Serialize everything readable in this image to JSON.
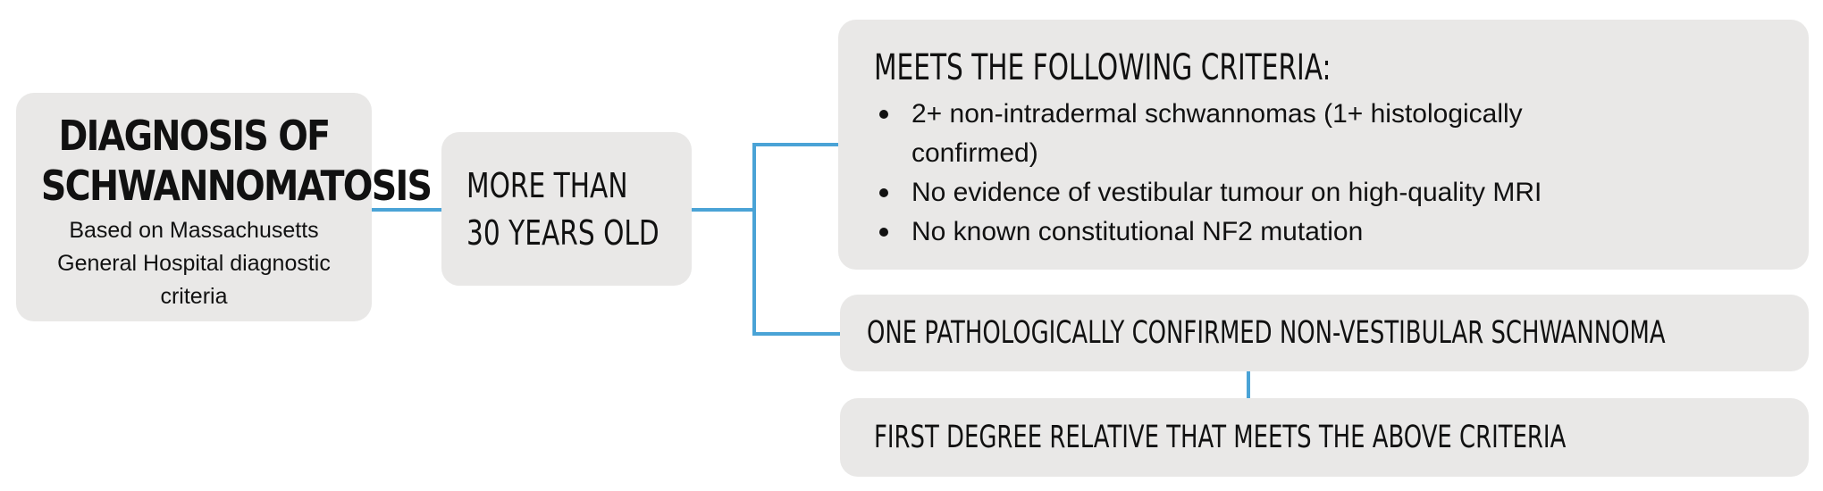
{
  "diagnosis": {
    "title_line1": "DIAGNOSIS OF",
    "title_line2": "SCHWANNOMATOSIS",
    "subtitle": "Based on Massachusetts General Hospital diagnostic criteria"
  },
  "age": {
    "line1": "MORE THAN",
    "line2": "30 YEARS OLD"
  },
  "criteria": {
    "heading": "MEETS THE FOLLOWING CRITERIA:",
    "items": [
      "2+ non-intradermal schwannomas (1+ histologically confirmed)",
      "No evidence of vestibular tumour on high-quality MRI",
      "No known constitutional NF2 mutation"
    ]
  },
  "alternative": {
    "label": "ONE PATHOLOGICALLY CONFIRMED NON-VESTIBULAR SCHWANNOMA"
  },
  "relative": {
    "label": "FIRST DEGREE RELATIVE THAT MEETS THE ABOVE CRITERIA"
  },
  "colors": {
    "box_fill": "#e9e8e7",
    "connector": "#4aa3d6",
    "text": "#111111"
  }
}
